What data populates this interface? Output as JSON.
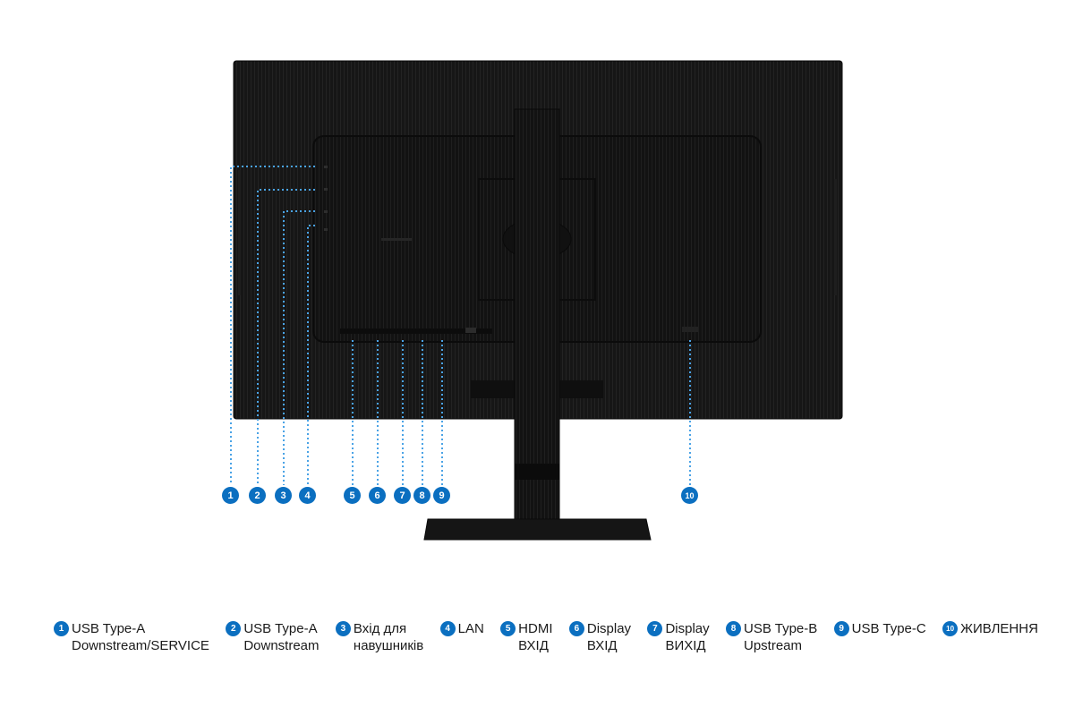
{
  "colors": {
    "marker": "#0b6fc0",
    "monitor": "#141414",
    "leader_line": "#4aa3e6"
  },
  "callouts": [
    {
      "n": "1",
      "line1": "USB Type-A",
      "line2": "Downstream/SERVICE"
    },
    {
      "n": "2",
      "line1": "USB Type-A",
      "line2": "Downstream"
    },
    {
      "n": "3",
      "line1": "Вхід для",
      "line2": "навушників"
    },
    {
      "n": "4",
      "line1": "LAN",
      "line2": ""
    },
    {
      "n": "5",
      "line1": "HDMI",
      "line2": "ВХІД"
    },
    {
      "n": "6",
      "line1": "Display",
      "line2": "ВХІД"
    },
    {
      "n": "7",
      "line1": "Display",
      "line2": "ВИХІД"
    },
    {
      "n": "8",
      "line1": "USB Type-B",
      "line2": "Upstream"
    },
    {
      "n": "9",
      "line1": "USB Type-C",
      "line2": ""
    },
    {
      "n": "10",
      "line1": "ЖИВЛЕННЯ",
      "line2": ""
    }
  ]
}
